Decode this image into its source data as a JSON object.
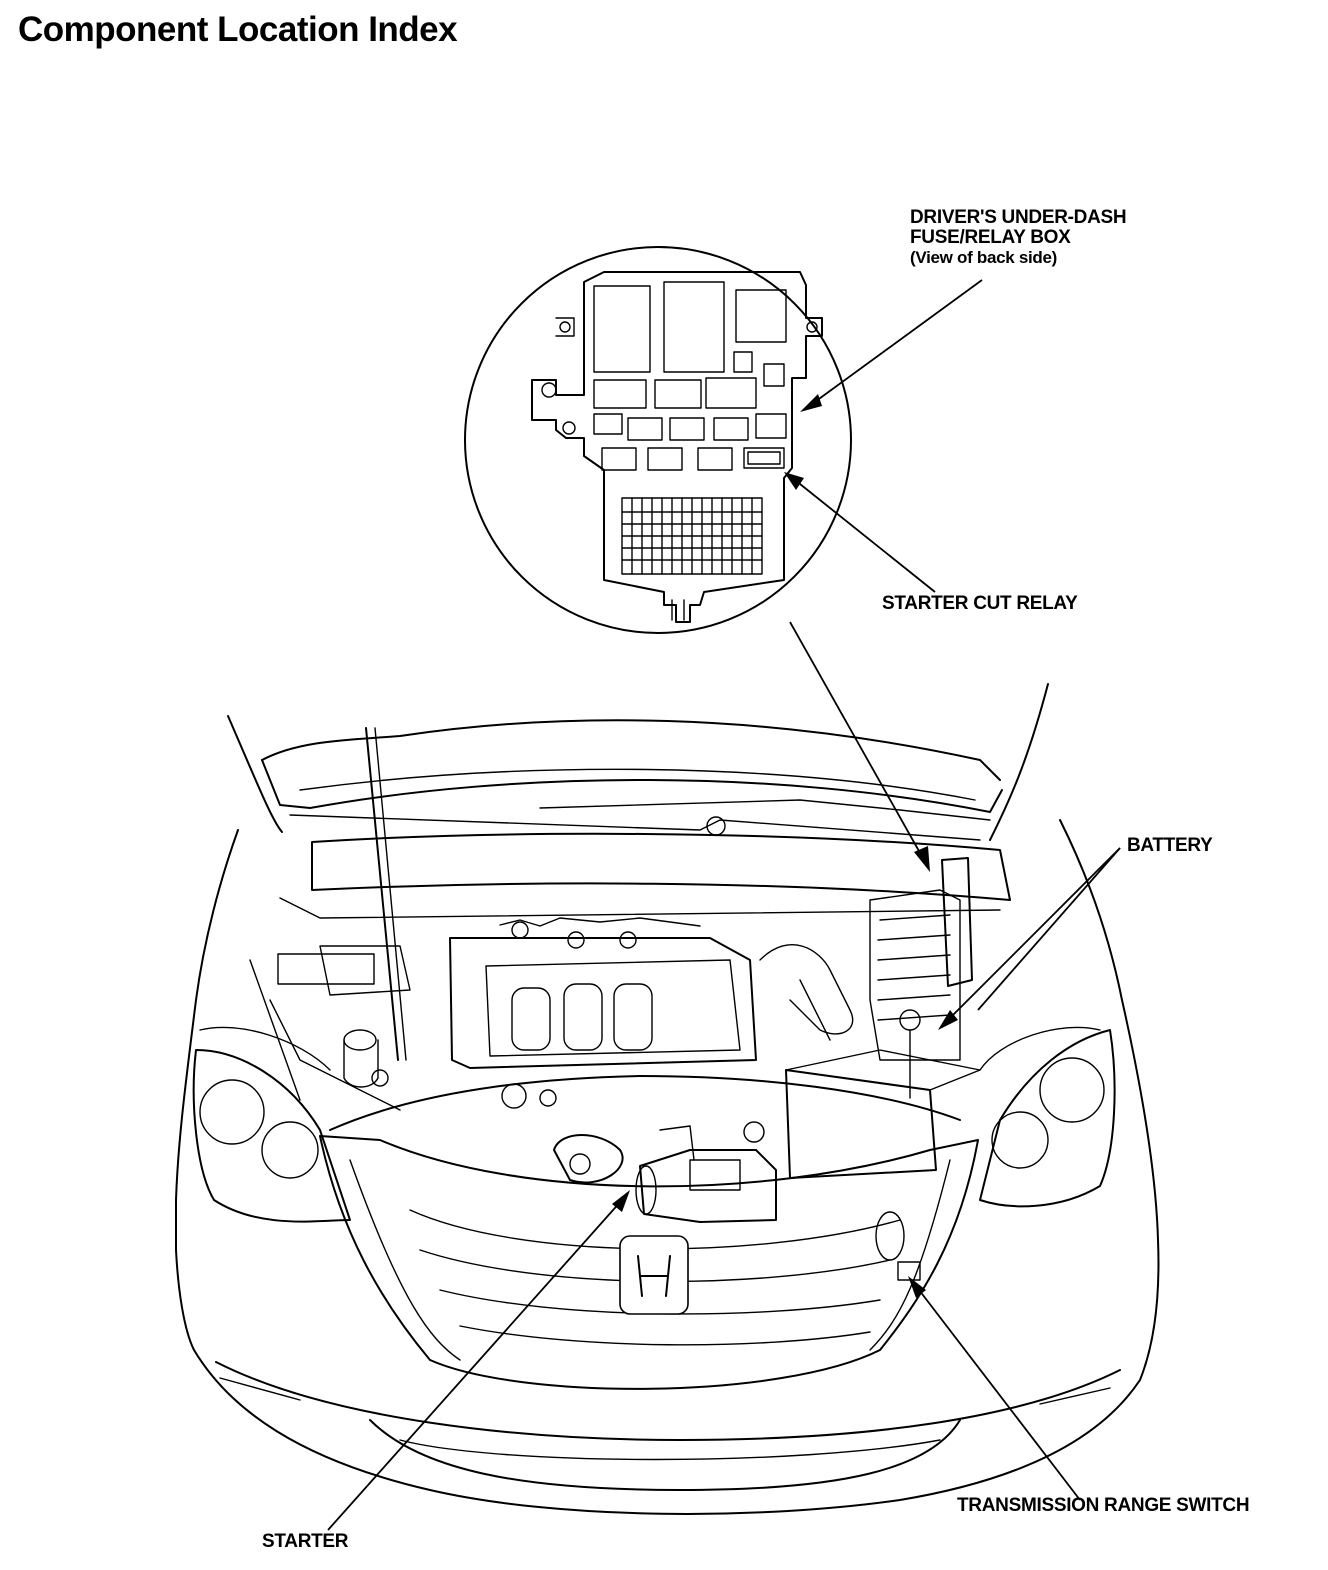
{
  "header": {
    "title": "Component Location Index"
  },
  "labels": {
    "fuse_box": {
      "line1": "DRIVER'S UNDER-DASH",
      "line2": "FUSE/RELAY BOX",
      "line3": "(View of back side)"
    },
    "starter_cut_relay": "STARTER CUT RELAY",
    "battery": "BATTERY",
    "transmission_range_switch": "TRANSMISSION RANGE SWITCH",
    "starter": "STARTER"
  },
  "colors": {
    "ink": "#000000",
    "paper": "#ffffff"
  }
}
